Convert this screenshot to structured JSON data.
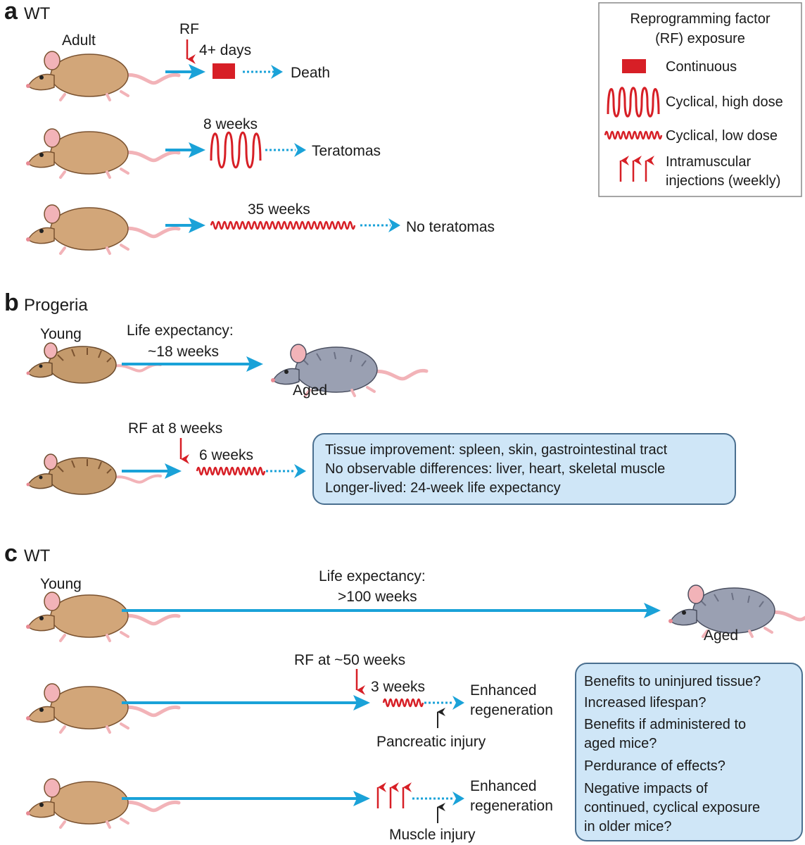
{
  "legend": {
    "title_line1": "Reprogramming factor",
    "title_line2": "(RF) exposure",
    "items": [
      {
        "icon": "red-rectangle",
        "label": "Continuous"
      },
      {
        "icon": "high-amplitude-wave",
        "label": "Cyclical, high dose"
      },
      {
        "icon": "low-amplitude-wave",
        "label": "Cyclical, low dose"
      },
      {
        "icon": "three-red-arrows",
        "label_line1": "Intramuscular",
        "label_line2": "injections (weekly)"
      }
    ]
  },
  "colors": {
    "arrow": "#1aa2d8",
    "rf": "#d71f26",
    "box_fill": "#cfe6f7",
    "box_border": "#4a6f8f",
    "mouse_tan": "#d2a679",
    "mouse_gray": "#9aa0b2",
    "tail": "#f2b3b8"
  },
  "panel_a": {
    "letter": "a",
    "title": "WT",
    "mouse_label": "Adult",
    "rows": [
      {
        "rf_label": "RF",
        "duration": "4+ days",
        "exposure": "continuous",
        "outcome": "Death"
      },
      {
        "duration": "8 weeks",
        "exposure": "cyclical-high",
        "outcome": "Teratomas"
      },
      {
        "duration": "35 weeks",
        "exposure": "cyclical-low",
        "outcome": "No teratomas"
      }
    ]
  },
  "panel_b": {
    "letter": "b",
    "title": "Progeria",
    "row1": {
      "start_label": "Young",
      "life_line1": "Life expectancy:",
      "life_line2": "~18 weeks",
      "end_label": "Aged"
    },
    "row2": {
      "rf_label": "RF at 8 weeks",
      "duration": "6 weeks",
      "box_lines": [
        "Tissue improvement: spleen, skin, gastrointestinal tract",
        "No observable differences: liver, heart, skeletal muscle",
        "Longer-lived: 24-week life expectancy"
      ]
    }
  },
  "panel_c": {
    "letter": "c",
    "title": "WT",
    "row1": {
      "start_label": "Young",
      "life_line1": "Life expectancy:",
      "life_line2": ">100 weeks",
      "end_label": "Aged"
    },
    "row2": {
      "rf_label": "RF at ~50 weeks",
      "duration": "3 weeks",
      "outcome_line1": "Enhanced",
      "outcome_line2": "regeneration",
      "injury": "Pancreatic injury"
    },
    "row3": {
      "outcome_line1": "Enhanced",
      "outcome_line2": "regeneration",
      "injury": "Muscle injury"
    },
    "questions": [
      "Benefits to uninjured tissue?",
      "Increased lifespan?",
      "Benefits if administered to",
      "aged mice?",
      "Perdurance of effects?",
      "Negative impacts of",
      "continued, cyclical exposure",
      "in older mice?"
    ]
  }
}
